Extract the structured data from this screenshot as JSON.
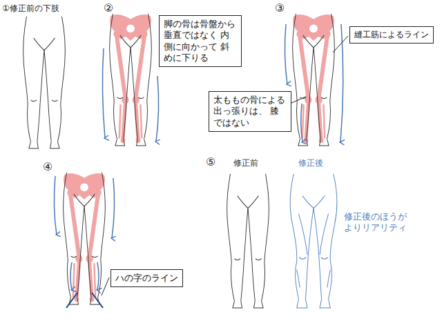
{
  "diagram": {
    "nodes": [
      {
        "text": [
          "脚の骨は骨盤から 垂直ではなく 内側に向かって 斜めに下りる"
        ]
      },
      {
        "text": [
          "縫工筋によるライン"
        ]
      },
      {
        "text": [
          "太ももの骨による 出っ張りは、 膝ではない"
        ]
      },
      {
        "text": [
          "ハの字のライン"
        ]
      }
    ],
    "labels": [
      "①修正前の下肢",
      "②",
      "③",
      "④",
      "⑤",
      "修正前",
      "修正後",
      "修正後のほうが よりリアリティ"
    ]
  }
}
